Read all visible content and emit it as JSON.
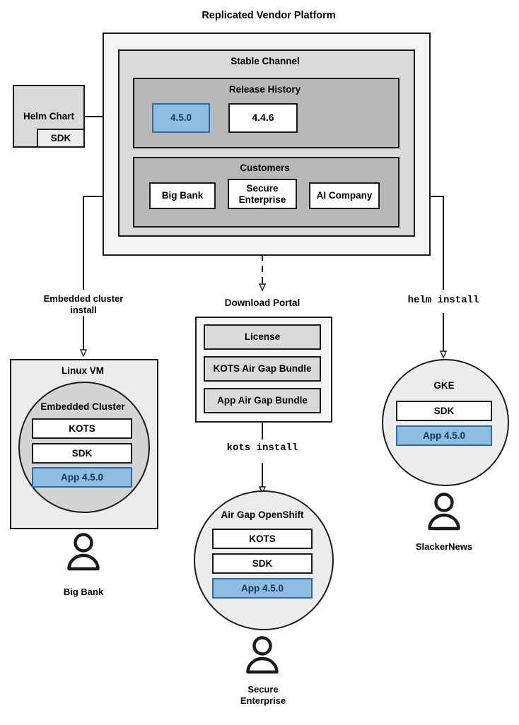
{
  "diagram": {
    "title": "Replicated Vendor Platform",
    "type": "architecture-flow"
  },
  "helm_chart": {
    "label": "Helm Chart",
    "sdk_label": "SDK"
  },
  "platform": {
    "title": "Replicated Vendor Platform",
    "channel": {
      "title": "Stable Channel",
      "release_history": {
        "title": "Release History",
        "releases": [
          {
            "version": "4.5.0",
            "highlighted": true
          },
          {
            "version": "4.4.6",
            "highlighted": false
          }
        ]
      },
      "customers": {
        "title": "Customers",
        "items": [
          {
            "name": "Big Bank"
          },
          {
            "name": "Secure\nEnterprise"
          },
          {
            "name": "AI Company"
          }
        ]
      }
    }
  },
  "flows": {
    "embedded_cluster_install": "Embedded cluster\ninstall",
    "kots_install": "kots install",
    "helm_install": "helm install"
  },
  "download_portal": {
    "title": "Download Portal",
    "items": [
      {
        "label": "License"
      },
      {
        "label": "KOTS Air Gap Bundle"
      },
      {
        "label": "App Air Gap Bundle"
      }
    ]
  },
  "targets": [
    {
      "id": "linux-vm",
      "title": "Linux VM",
      "inner_title": "Embedded Cluster",
      "components": [
        {
          "label": "KOTS",
          "highlighted": false
        },
        {
          "label": "SDK",
          "highlighted": false
        },
        {
          "label": "App 4.5.0",
          "highlighted": true
        }
      ],
      "owner": "Big Bank"
    },
    {
      "id": "air-gap-openshift",
      "title": "Air Gap OpenShift",
      "components": [
        {
          "label": "KOTS",
          "highlighted": false
        },
        {
          "label": "SDK",
          "highlighted": false
        },
        {
          "label": "App 4.5.0",
          "highlighted": true
        }
      ],
      "owner": "Secure\nEnterprise"
    },
    {
      "id": "gke",
      "title": "GKE",
      "components": [
        {
          "label": "SDK",
          "highlighted": false
        },
        {
          "label": "App 4.5.0",
          "highlighted": true
        }
      ],
      "owner": "SlackerNews"
    }
  ],
  "colors": {
    "highlight_fill": "#8fbde2",
    "highlight_border": "#2a6aa8",
    "highlight_text": "#11365c",
    "stroke": "#1a1a1a",
    "platform_fill": "#f4f4f4",
    "channel_fill": "#d9d9d9",
    "group_fill": "#b8b8b8",
    "circle_fill": "#ececec",
    "inner_circle_fill": "#d4d4d4"
  }
}
